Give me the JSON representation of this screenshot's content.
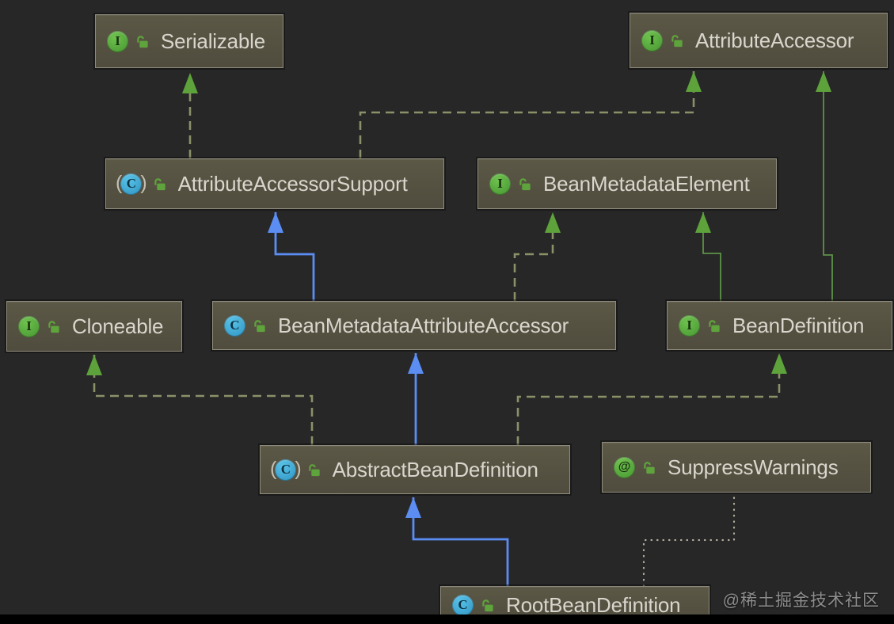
{
  "diagram": {
    "nodes": [
      {
        "id": "serializable",
        "label": "Serializable",
        "kind": "interface",
        "visibility": "public"
      },
      {
        "id": "attribute-accessor",
        "label": "AttributeAccessor",
        "kind": "interface",
        "visibility": "public"
      },
      {
        "id": "attribute-accessor-support",
        "label": "AttributeAccessorSupport",
        "kind": "abstract-class",
        "visibility": "public"
      },
      {
        "id": "bean-metadata-element",
        "label": "BeanMetadataElement",
        "kind": "interface",
        "visibility": "public"
      },
      {
        "id": "cloneable",
        "label": "Cloneable",
        "kind": "interface",
        "visibility": "public"
      },
      {
        "id": "bean-metadata-attribute-accessor",
        "label": "BeanMetadataAttributeAccessor",
        "kind": "class",
        "visibility": "public"
      },
      {
        "id": "bean-definition",
        "label": "BeanDefinition",
        "kind": "interface",
        "visibility": "public"
      },
      {
        "id": "abstract-bean-definition",
        "label": "AbstractBeanDefinition",
        "kind": "abstract-class",
        "visibility": "public"
      },
      {
        "id": "suppress-warnings",
        "label": "SuppressWarnings",
        "kind": "annotation",
        "visibility": "public"
      },
      {
        "id": "root-bean-definition",
        "label": "RootBeanDefinition",
        "kind": "class",
        "visibility": "public"
      }
    ],
    "edges": [
      {
        "from": "attribute-accessor-support",
        "to": "serializable",
        "relation": "implements"
      },
      {
        "from": "attribute-accessor-support",
        "to": "attribute-accessor",
        "relation": "implements"
      },
      {
        "from": "bean-definition",
        "to": "attribute-accessor",
        "relation": "extends-interface"
      },
      {
        "from": "bean-metadata-attribute-accessor",
        "to": "attribute-accessor-support",
        "relation": "extends-class"
      },
      {
        "from": "bean-metadata-attribute-accessor",
        "to": "bean-metadata-element",
        "relation": "implements"
      },
      {
        "from": "bean-definition",
        "to": "bean-metadata-element",
        "relation": "extends-interface"
      },
      {
        "from": "abstract-bean-definition",
        "to": "cloneable",
        "relation": "implements"
      },
      {
        "from": "abstract-bean-definition",
        "to": "bean-metadata-attribute-accessor",
        "relation": "extends-class"
      },
      {
        "from": "abstract-bean-definition",
        "to": "bean-definition",
        "relation": "implements"
      },
      {
        "from": "root-bean-definition",
        "to": "abstract-bean-definition",
        "relation": "extends-class"
      },
      {
        "from": "root-bean-definition",
        "to": "suppress-warnings",
        "relation": "annotated-with"
      }
    ],
    "edge_styles": {
      "implements": {
        "color": "#8a9169",
        "dash": "dashed",
        "arrow": "#5ea23c",
        "width": 2.6
      },
      "extends-interface": {
        "color": "#5d9148",
        "dash": "solid",
        "arrow": "#5ea23c",
        "width": 1.8
      },
      "extends-class": {
        "color": "#5b8df2",
        "dash": "solid",
        "arrow": "#5b8df2",
        "width": 2.8
      },
      "annotated-with": {
        "color": "#b3b09e",
        "dash": "dotted",
        "arrow": null,
        "width": 2.2
      }
    },
    "icon_glyphs": {
      "interface": "I",
      "class": "C",
      "abstract-class": "C",
      "annotation": "@"
    },
    "icon_colors": {
      "interface": "#5cb340",
      "class": "#3fa8d8",
      "annotation": "#5cb340",
      "lock": "#5fa33c"
    },
    "colors": {
      "background": "#272727",
      "node_fill": "#56523f",
      "node_border": "#8f8b7d",
      "node_text": "#d9d6cd"
    }
  },
  "watermark": {
    "text": "@稀土掘金技术社区"
  }
}
